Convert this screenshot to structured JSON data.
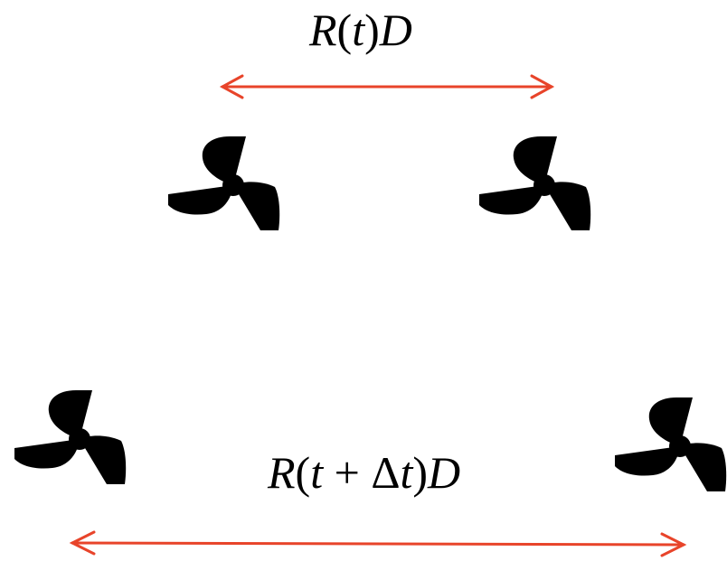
{
  "labels": {
    "top": {
      "R": "R",
      "open": "(",
      "t": "t",
      "close": ")",
      "D": "D"
    },
    "bottom": {
      "R": "R",
      "open": "(",
      "t": "t",
      "plus": " + ",
      "delta": "Δ",
      "t2": "t",
      "close": ")",
      "D": "D"
    }
  },
  "colors": {
    "arrow": "#e8442a",
    "galaxy": "#000000",
    "text": "#000000",
    "background": "#ffffff"
  },
  "icons": {
    "galaxy": "spiral-galaxy-icon",
    "arrow": "double-headed-arrow"
  }
}
